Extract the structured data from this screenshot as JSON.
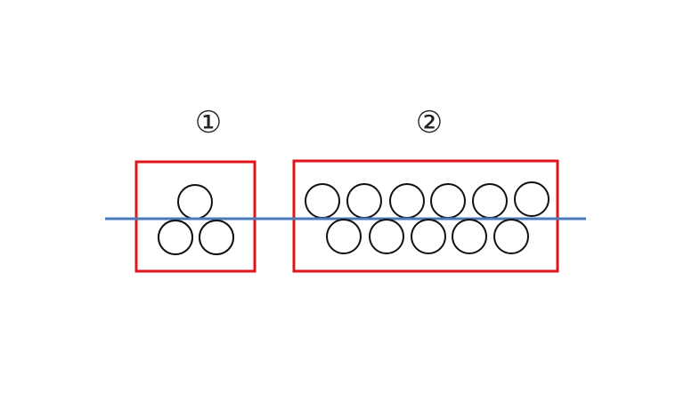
{
  "labels": {
    "group_1": "①",
    "group_2": "②"
  },
  "groups": [
    {
      "id": "group-1",
      "label": "①",
      "circle_count": 3,
      "rows": [
        1,
        2
      ]
    },
    {
      "id": "group-2",
      "label": "②",
      "circle_count": 11,
      "rows": [
        6,
        5
      ]
    }
  ],
  "colors": {
    "box": "#e0151b",
    "line": "#4a7ab8",
    "circle_stroke": "#111111",
    "circle_fill": "#ffffff"
  }
}
